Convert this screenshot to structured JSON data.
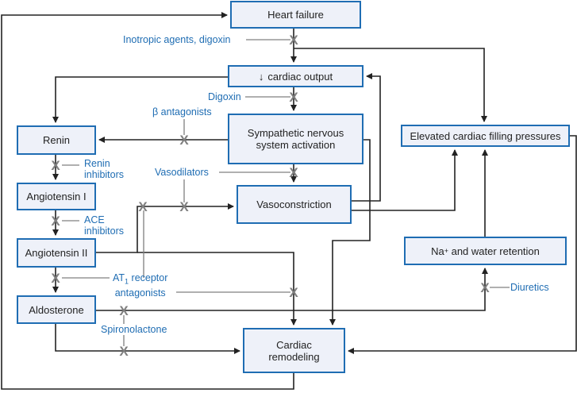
{
  "boxes": {
    "heart_failure": "Heart failure",
    "cardiac_output": "cardiac output",
    "cardiac_output_arrow": "↓",
    "renin": "Renin",
    "sympathetic_line1": "Sympathetic nervous",
    "sympathetic_line2": "system activation",
    "elevated": "Elevated cardiac filling pressures",
    "angiotensin_i": "Angiotensin I",
    "vasoconstriction": "Vasoconstriction",
    "angiotensin_ii": "Angiotensin II",
    "na_prefix": "Na",
    "na_sup": "+",
    "na_suffix": " and water retention",
    "aldosterone": "Aldosterone",
    "remodeling_line1": "Cardiac",
    "remodeling_line2": "remodeling"
  },
  "drugs": {
    "inotropic": "Inotropic agents, digoxin",
    "digoxin": "Digoxin",
    "beta": "β antagonists",
    "renin_inh_1": "Renin",
    "renin_inh_2": "inhibitors",
    "vasodilators": "Vasodilators",
    "ace_1": "ACE",
    "ace_2": "inhibitors",
    "at1_prefix": "AT",
    "at1_sub": "1",
    "at1_suffix": " receptor",
    "at1_line2": "antagonists",
    "diuretics": "Diuretics",
    "spironolactone": "Spironolactone"
  },
  "colors": {
    "box_border": "#1f6db3",
    "box_fill": "#eef1f9",
    "drug_text": "#1f6db3",
    "block_mark": "#808080"
  }
}
